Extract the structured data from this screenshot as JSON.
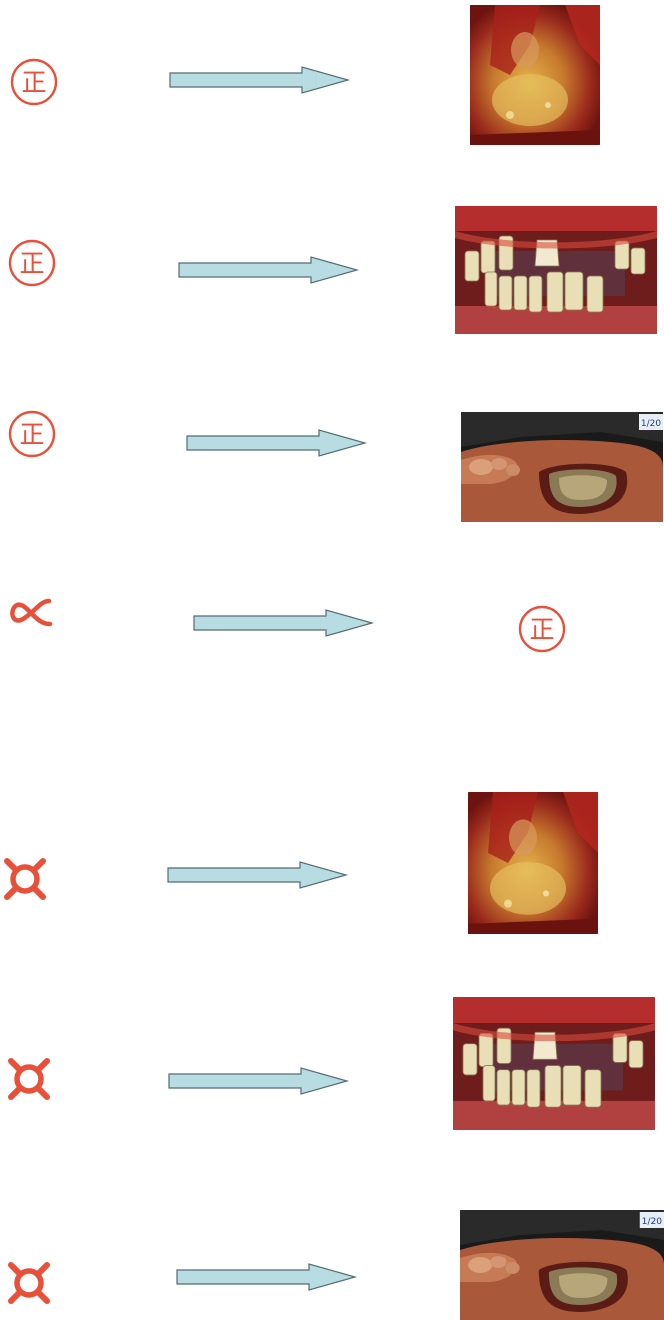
{
  "colors": {
    "symbol_red": "#e8503a",
    "arrow_fill": "#b7dde3",
    "arrow_stroke": "#556b75"
  },
  "rows": [
    {
      "symbol": "seal-circle-icon",
      "target": "palate-lesion-photo"
    },
    {
      "symbol": "seal-circle-icon",
      "target": "teeth-gums-photo"
    },
    {
      "symbol": "seal-circle-icon",
      "target": "foot-ulcer-photo"
    },
    {
      "symbol": "proportional-sign-icon",
      "target": "seal-circle-icon"
    },
    {
      "symbol": "currency-sign-icon",
      "target": "palate-lesion-photo"
    },
    {
      "symbol": "currency-sign-icon",
      "target": "teeth-gums-photo"
    },
    {
      "symbol": "currency-sign-icon",
      "target": "foot-ulcer-photo"
    }
  ],
  "symbols": {
    "seal_glyph": "正",
    "proportional_glyph": "∝"
  },
  "photo_label": "1/20"
}
